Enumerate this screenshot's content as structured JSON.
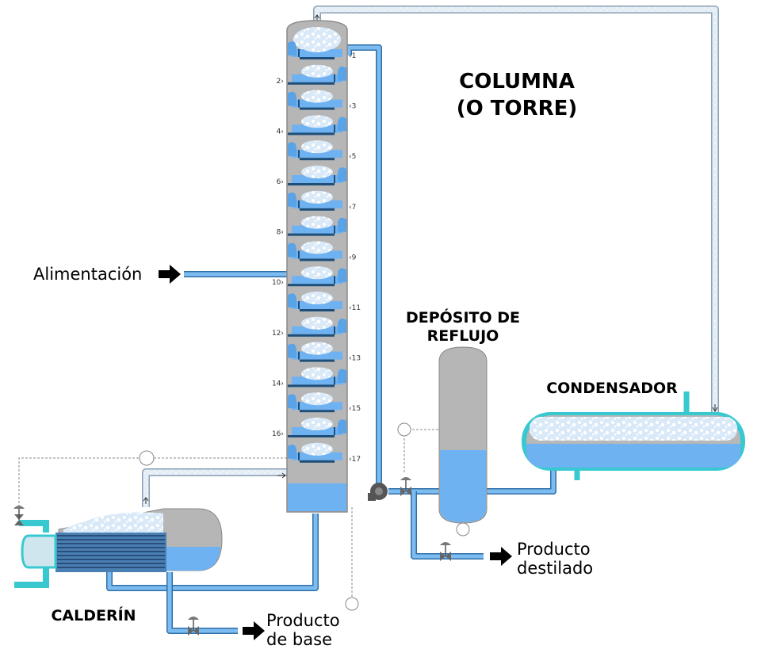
{
  "title": {
    "line1": "COLUMNA",
    "line2": "(O TORRE)"
  },
  "labels": {
    "feed": "Alimentación",
    "reflux_drum_line1": "DEPÓSITO DE",
    "reflux_drum_line2": "REFLUJO",
    "condenser": "CONDENSADOR",
    "reboiler": "CALDERÍN",
    "distillate_line1": "Producto",
    "distillate_line2": "destilado",
    "bottoms_line1": "Producto",
    "bottoms_line2": "de base"
  },
  "trays": [
    "1",
    "2",
    "3",
    "4",
    "5",
    "6",
    "7",
    "8",
    "9",
    "10",
    "11",
    "12",
    "13",
    "14",
    "15",
    "16",
    "17"
  ],
  "colors": {
    "liquid": "#6fb2f2",
    "pipe_liquid": "#6eb3ec",
    "pipe_vapor": "#dde8f2",
    "vessel": "#b5b5b5",
    "tray_plate": "#1d4f7a",
    "cooling_water": "#37c9cf",
    "arrow": "#000000"
  }
}
